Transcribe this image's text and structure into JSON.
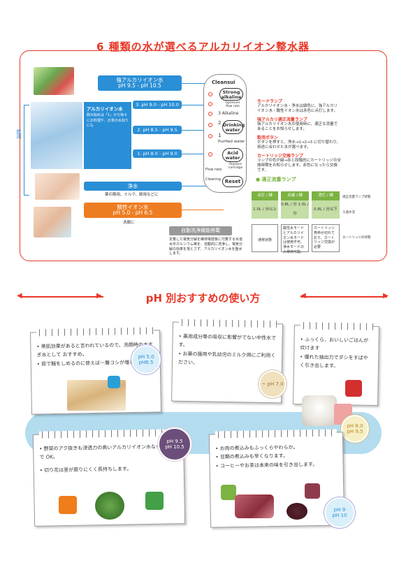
{
  "title": "6 種類の水が選べるアルカリイオン整水器",
  "left_labels": {
    "drink": "飲用",
    "alkaline_water": "アルカリイオン水",
    "alkaline_desc": "飲み始めは「1」から徐々にお料理や、お茶の水割りにも"
  },
  "bars": [
    {
      "label": "強アルカリイオン水",
      "sub": "pH 9.5 - pH 10.5"
    },
    {
      "label": "3. pH 9.0 - pH 10.0",
      "sub": ""
    },
    {
      "label": "2. pH 8.5 - pH 9.5",
      "sub": ""
    },
    {
      "label": "1. pH 8.0 - pH 9.0",
      "sub": ""
    },
    {
      "label": "浄水",
      "sub": ""
    },
    {
      "label": "酸性イオン水",
      "sub": "pH 5.0 - pH 6.5"
    }
  ],
  "purified_desc": "薬の服用、ミルク、飲用などに",
  "acid_desc": "洗顔に",
  "auto_clean": {
    "title": "自動洗浄機能搭載",
    "desc": "定量した電気分解を維持電極板に付着する水道水中カルシウム等を、自動的に洗浄し、電気分解の効率を落とさず、アルカリイオン水を整水します。"
  },
  "device": {
    "brand": "Cleansui",
    "btn_strong": "Strong alkaline",
    "optimum": "Optimum flow rate",
    "alkaline3": "3 Alkaline",
    "drink": "Drinking water",
    "purified": "Purified water",
    "acid": "Acid water",
    "replace": "Replace cartridge",
    "flow": "Flow rate",
    "cleaning": "Cleaning",
    "reset": "Reset",
    "n2": "2",
    "n1": "1"
  },
  "right": [
    {
      "head": "モードランプ",
      "desc": "アルカリイオン水・浄水は緑色に、強アルカリイオン水・酸性イオン水は赤色に点灯します。"
    },
    {
      "head": "強アルカリ適正流量ランプ",
      "desc": "強アルカリイオン水の使用時に、適正な流量であることをお知らせします。"
    },
    {
      "head": "飲用ボタン",
      "desc": "ボタンを押すと、浄水→1→2→3 に切り替わり、用途に合わせた水が選べます。"
    },
    {
      "head": "カートリッジ交換ランプ",
      "desc": "ランプの色が緑→赤と段階的にカートリッジの交換時期をお知らせします。赤色になったら交換です。"
    }
  ],
  "flow_lamp": {
    "title": "適正流量ランプ",
    "cols": [
      {
        "head": "点灯 / 緑",
        "val": "1.0L / 分以上",
        "box": "通常状態"
      },
      {
        "head": "点滅 / 緑",
        "val": "0.8L / 分 1.0L / 分",
        "box": "酸性水モードとアルカリイオン水モードは使用不可。浄水モードのみ使用可能。"
      },
      {
        "head": "消灯 / 緑",
        "val": "0.8L / 分以下",
        "box": "カートリッジ寿命が切れており、カートリッジ交換が必要"
      }
    ],
    "note1": "適正流量ランプ状態",
    "note2": "ろ過水流",
    "note3": "カートリッジの状態"
  },
  "title2": "pH 別おすすめの使い方",
  "notes": [
    {
      "lines": [
        "美肌効果があると言われているので、洗顔時のすすぎ水として おすすめ。",
        "茹で麺をしめるのに使えば一層コシが増します。"
      ],
      "badge": [
        "pH 5.0",
        "pH6.5"
      ]
    },
    {
      "lines": [
        "薬用成分等の吸収に影響がでない中性水です。",
        "お薬の服用や乳幼児のミルク用にご利用ください。"
      ],
      "badge": [
        "~ pH 7.0"
      ]
    },
    {
      "lines": [
        "ふっくら、おいしいごはんが炊けます",
        "優れた抽出力でダシをすばやく引き出します。"
      ],
      "badge": [
        "pH 8.0",
        "pH 9.5"
      ]
    },
    {
      "lines": [
        "野菜のアク抜きも浸透力の高いアルカリイオン水なら短時間で OK。",
        "切り花は茎が腐りにくく長持ちします。"
      ],
      "badge": [
        "pH 9.5",
        "pH 10.5"
      ]
    },
    {
      "lines": [
        "お肉の煮込みもふっくらやわらか。",
        "豆類の煮込みも早くなります。",
        "コーヒーやお茶は本来の味を引き出します。"
      ],
      "badge": [
        "pH 9",
        "pH 10"
      ]
    }
  ]
}
